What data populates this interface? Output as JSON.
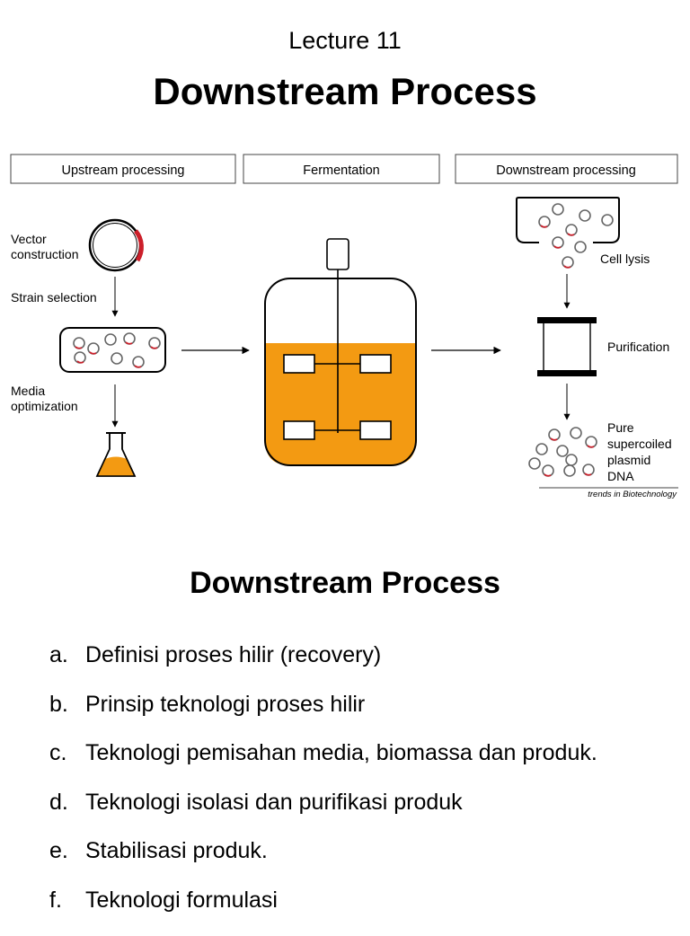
{
  "header": {
    "lecture": "Lecture 11",
    "title": "Downstream Process"
  },
  "diagram": {
    "stages": [
      "Upstream processing",
      "Fermentation",
      "Downstream processing"
    ],
    "upstream_steps": [
      "Vector",
      "construction",
      "Strain selection",
      "Media",
      "optimization"
    ],
    "downstream_steps": [
      "Cell lysis",
      "Purification",
      "Pure",
      "supercoiled",
      "plasmid",
      "DNA"
    ],
    "credit": "trends in Biotechnology",
    "colors": {
      "medium": "#f39a12",
      "plasmid_marker": "#cc1f2a",
      "line": "#000000"
    }
  },
  "section": {
    "title": "Downstream Process",
    "items": [
      {
        "label": "a.",
        "text": "Definisi proses hilir (recovery)"
      },
      {
        "label": "b.",
        "text": "Prinsip teknologi proses hilir"
      },
      {
        "label": "c.",
        "text": "Teknologi pemisahan media, biomassa dan produk."
      },
      {
        "label": "d.",
        "text": "Teknologi isolasi dan purifikasi produk"
      },
      {
        "label": "e.",
        "text": "Stabilisasi produk."
      },
      {
        "label": "f.",
        "text": "Teknologi formulasi"
      }
    ]
  }
}
